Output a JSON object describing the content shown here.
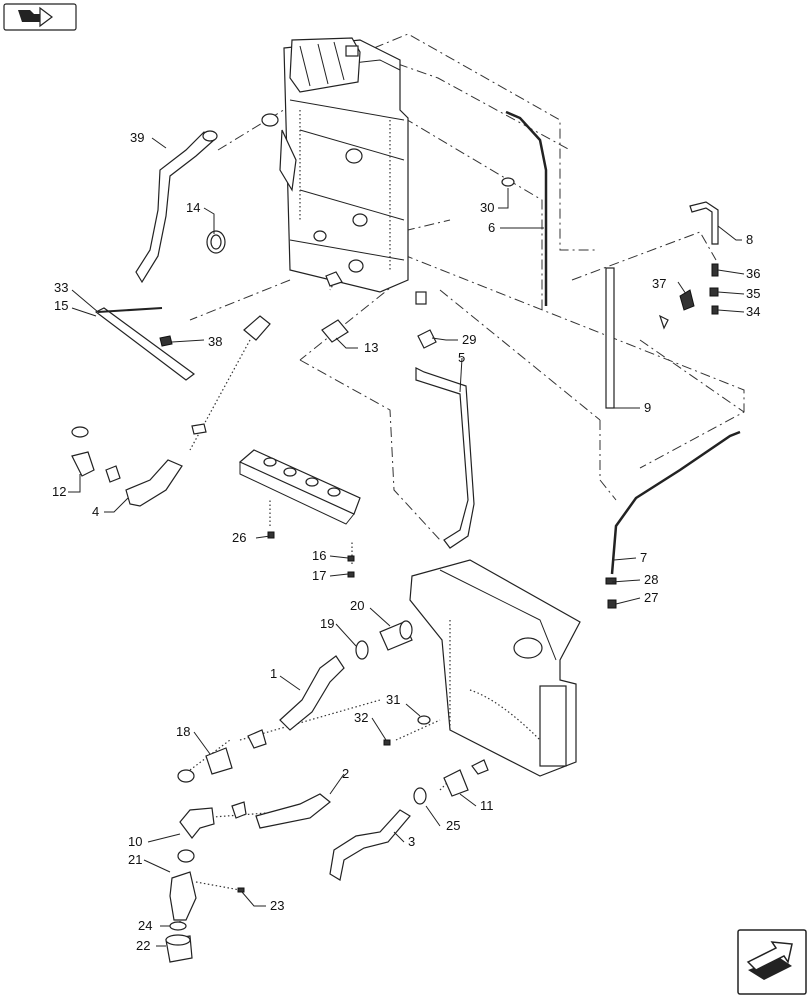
{
  "nav": {
    "prev_icon": "book-arrow-icon",
    "next_icon": "next-page-arrow-icon"
  },
  "callouts": [
    {
      "id": "c39",
      "label": "39"
    },
    {
      "id": "c14",
      "label": "14"
    },
    {
      "id": "c30",
      "label": "30"
    },
    {
      "id": "c6",
      "label": "6"
    },
    {
      "id": "c8",
      "label": "8"
    },
    {
      "id": "c36",
      "label": "36"
    },
    {
      "id": "c37",
      "label": "37"
    },
    {
      "id": "c35",
      "label": "35"
    },
    {
      "id": "c34",
      "label": "34"
    },
    {
      "id": "c33",
      "label": "33"
    },
    {
      "id": "c15",
      "label": "15"
    },
    {
      "id": "c38",
      "label": "38"
    },
    {
      "id": "c13",
      "label": "13"
    },
    {
      "id": "c29",
      "label": "29"
    },
    {
      "id": "c5",
      "label": "5"
    },
    {
      "id": "c9",
      "label": "9"
    },
    {
      "id": "c12",
      "label": "12"
    },
    {
      "id": "c4",
      "label": "4"
    },
    {
      "id": "c26",
      "label": "26"
    },
    {
      "id": "c16",
      "label": "16"
    },
    {
      "id": "c17",
      "label": "17"
    },
    {
      "id": "c7",
      "label": "7"
    },
    {
      "id": "c28",
      "label": "28"
    },
    {
      "id": "c27",
      "label": "27"
    },
    {
      "id": "c20",
      "label": "20"
    },
    {
      "id": "c19",
      "label": "19"
    },
    {
      "id": "c1",
      "label": "1"
    },
    {
      "id": "c31",
      "label": "31"
    },
    {
      "id": "c32",
      "label": "32"
    },
    {
      "id": "c18",
      "label": "18"
    },
    {
      "id": "c2",
      "label": "2"
    },
    {
      "id": "c11",
      "label": "11"
    },
    {
      "id": "c10",
      "label": "10"
    },
    {
      "id": "c25",
      "label": "25"
    },
    {
      "id": "c3",
      "label": "3"
    },
    {
      "id": "c21",
      "label": "21"
    },
    {
      "id": "c23",
      "label": "23"
    },
    {
      "id": "c24",
      "label": "24"
    },
    {
      "id": "c22",
      "label": "22"
    }
  ]
}
